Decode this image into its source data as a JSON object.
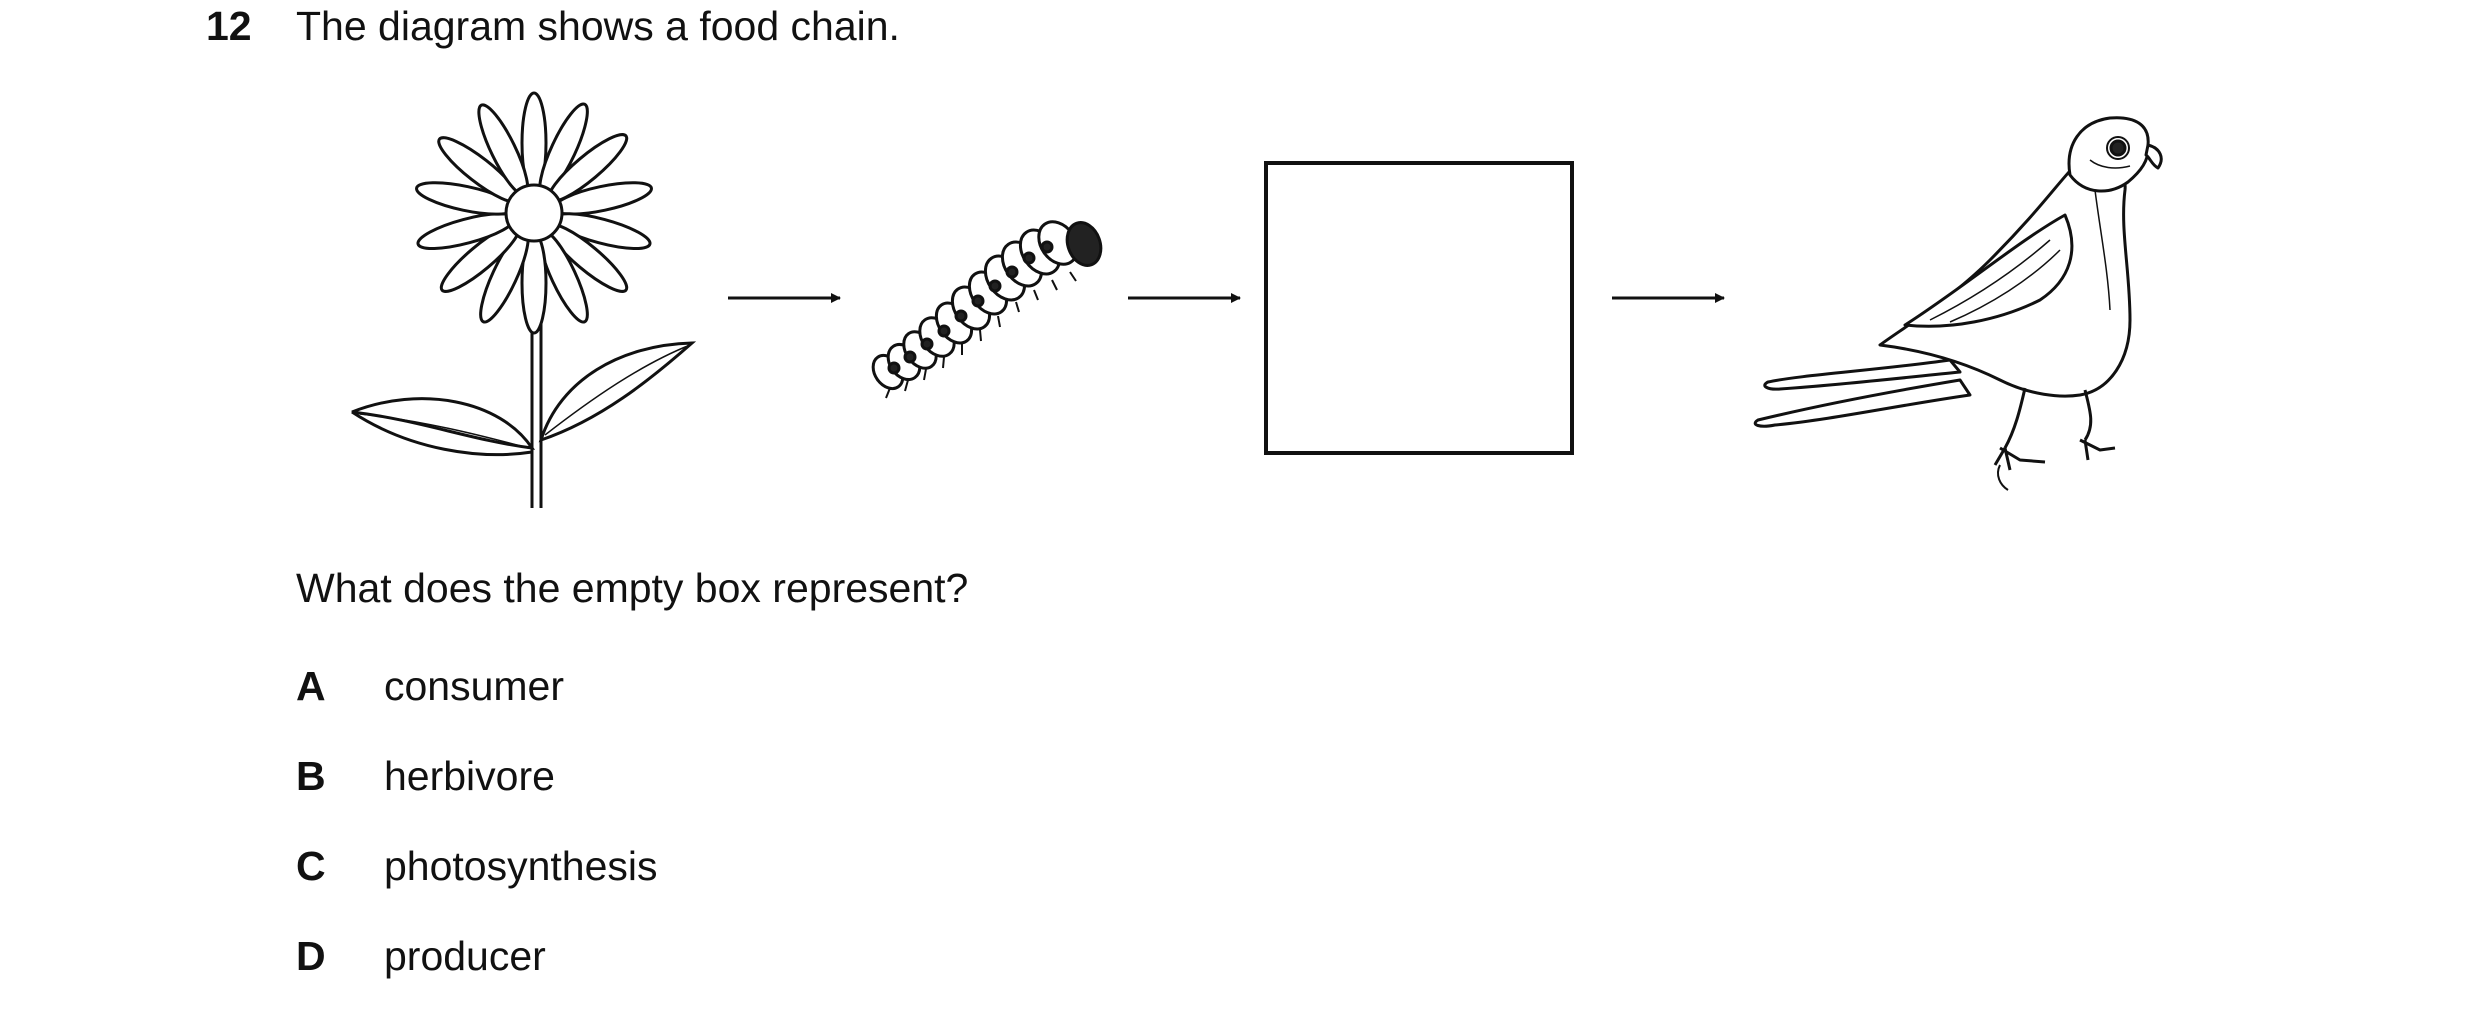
{
  "question": {
    "number": "12",
    "stem": "The diagram shows a food chain.",
    "prompt": "What does the empty box represent?"
  },
  "diagram": {
    "chain": [
      "flower-icon",
      "caterpillar-icon",
      "empty-box",
      "bird-of-prey-icon"
    ],
    "arrow_color": "#111111"
  },
  "options": [
    {
      "letter": "A",
      "text": "consumer"
    },
    {
      "letter": "B",
      "text": "herbivore"
    },
    {
      "letter": "C",
      "text": "photosynthesis"
    },
    {
      "letter": "D",
      "text": "producer"
    }
  ]
}
